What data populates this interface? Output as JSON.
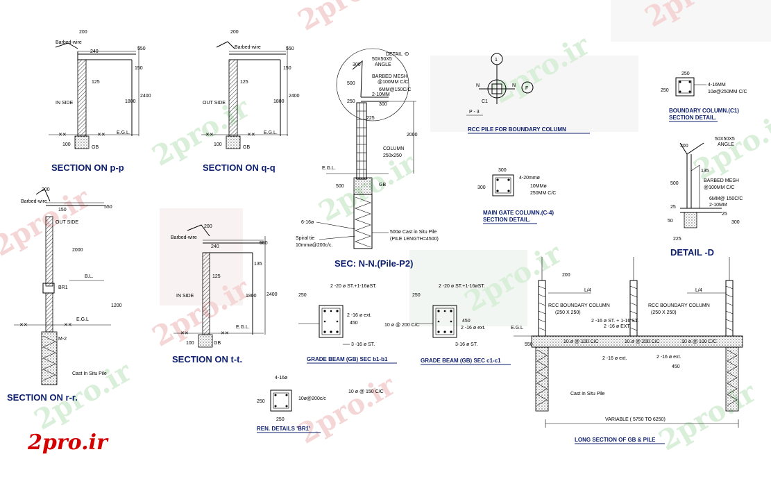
{
  "watermark": {
    "text": "2pro.ir"
  },
  "logo": {
    "text": "2pro.ir"
  },
  "titles": {
    "pp": "SECTION ON p-p",
    "qq": "SECTION ON q-q",
    "rr": "SECTION ON r-r.",
    "tt": "SECTION ON t-t.",
    "nn": "SEC: N-N.(Pile-P2)",
    "detail_d": "DETAIL -D"
  },
  "captions": {
    "rcc_pile": "RCC PILE FOR BOUNDARY COLUMN",
    "main_gate": "MAIN GATE COLUMN.(C-4)",
    "main_gate_sec": "SECTION DETAIL.",
    "boundary_col": "BOUNDARY COLUMN.(C1)",
    "boundary_col_sec": "SECTION DETAIL.",
    "gb_b1": "GRADE BEAM (GB) SEC b1-b1",
    "gb_c1": "GRADE BEAM (GB) SEC c1-c1",
    "ren": "REN. DETAILS 'BR1'",
    "long": "LONG SECTION OF GB & PILE"
  },
  "labels": {
    "barbed_wire": "Barbed-wire",
    "inside": "IN SIDE",
    "outside": "OUT SIDE",
    "egl": "E.G.L.",
    "egl2": "E.G.L",
    "gb": "GB",
    "detail_d_ref": "DETAIL -D",
    "angle": "50X50X5",
    "angle_word": "ANGLE",
    "barbed_mesh": "BARBED MESH",
    "mesh_spacing": "@100MM C/C",
    "mesh_bar": "6MM@150C/C",
    "two_10mm": "2-10MM",
    "column": "COLUMN",
    "column_size": "250x250",
    "six_16": "6-16ø",
    "spiral_tie": "Spiral tie",
    "spiral_spacing": "10mmø@200c/c.",
    "cast_pile": "500ø Cast in Situ Pile",
    "pile_length": "(PILE LENGTH=4500)",
    "p3": "P - 3",
    "c1": "C1",
    "n": "N",
    "f": "F",
    "one": "1",
    "mg_bars": "4-20mmø",
    "mg_ties": "10MMø",
    "mg_ties2": "250MM C/C",
    "bc_bars": "4-16MM",
    "bc_ties": "10ø@250MM C/C",
    "dd_mesh_bar": "6MM@ 150C/C",
    "gb1_top": "2 -20 ø ST.+1-16øST.",
    "gb1_mid": "2 -16 ø ext.",
    "gb1_bot": "3 -16 ø ST.",
    "gb1_stir": "10 ø @ 200 C/C",
    "gb2_top": "2 -20 ø ST.+1-16øST.",
    "gb2_mid": "2 -16 ø ext.",
    "gb2_bot": "3-16 ø ST.",
    "br_bars": "4-16ø",
    "br_ties": "10ø@200c/c",
    "br_note": "10 ø @ 150 C/C",
    "cast_in_situ": "Cast in Situ Pile",
    "rcc_boundary_col": "RCC BOUNDARY COLUMN",
    "rcc_boundary_col_size": "(250 X 250)",
    "l4": "L/4",
    "long_top": "2 -16 ø ST. + 1-16 ST.",
    "long_mid": "2 -16 ø EXT.",
    "long_stir1": "10 ø @ 100 C/C",
    "long_stir2": "10 ø @ 200 C/C",
    "long_stir3": "10 ø @ 100 C/C",
    "long_ext": "2 -16 ø ext.",
    "long_ext2": "2 -16 ø ext.",
    "variable": "VARIABLE ( 5750 TO 6250)",
    "br1": "BR1",
    "m2": "M-2",
    "bl": "B.L.",
    "cast_pile_small": "Cast In Situ Pile"
  },
  "dims": {
    "d200": "200",
    "d240": "240",
    "d550": "550",
    "d125": "125",
    "d1800": "1800",
    "d2400": "2400",
    "d150": "150",
    "d100": "100",
    "d300": "300",
    "d500": "500",
    "d250": "250",
    "d225": "225",
    "d2000": "2000",
    "d1200": "1200",
    "d135": "135",
    "d450": "450",
    "d25": "25",
    "d50": "50"
  }
}
